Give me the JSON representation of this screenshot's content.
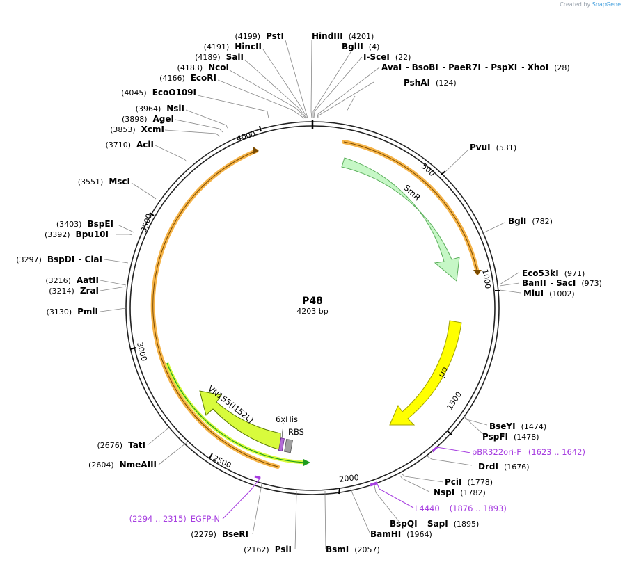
{
  "credit": {
    "prefix": "Created by",
    "brand": "SnapGene"
  },
  "plasmid": {
    "name": "P48",
    "size": "4203 bp"
  },
  "ticks": [
    "500",
    "1000",
    "1500",
    "2000",
    "2500",
    "3000",
    "3500",
    "4000"
  ],
  "features": {
    "smr": "SmR",
    "ori": "ori",
    "vn155": "VN155(I152L)",
    "his": "6xHis",
    "rbs": "RBS"
  },
  "sites": [
    {
      "name": "PstI",
      "pos": "(4199)"
    },
    {
      "name": "HincII",
      "pos": "(4191)"
    },
    {
      "name": "SalI",
      "pos": "(4189)"
    },
    {
      "name": "NcoI",
      "pos": "(4183)"
    },
    {
      "name": "EcoRI",
      "pos": "(4166)"
    },
    {
      "name": "EcoO109I",
      "pos": "(4045)"
    },
    {
      "name": "NsiI",
      "pos": "(3964)"
    },
    {
      "name": "AgeI",
      "pos": "(3898)"
    },
    {
      "name": "XcmI",
      "pos": "(3853)"
    },
    {
      "name": "AclI",
      "pos": "(3710)"
    },
    {
      "name": "MscI",
      "pos": "(3551)"
    },
    {
      "name": "BspEI",
      "pos": "(3403)"
    },
    {
      "name": "Bpu10I",
      "pos": "(3392)"
    },
    {
      "name": "BspDI",
      "name2": "ClaI",
      "pos": "(3297)"
    },
    {
      "name": "AatII",
      "pos": "(3216)"
    },
    {
      "name": "ZraI",
      "pos": "(3214)"
    },
    {
      "name": "PmlI",
      "pos": "(3130)"
    },
    {
      "name": "TatI",
      "pos": "(2676)"
    },
    {
      "name": "NmeAIII",
      "pos": "(2604)"
    },
    {
      "name": "BseRI",
      "pos": "(2279)"
    },
    {
      "name": "PsiI",
      "pos": "(2162)"
    },
    {
      "name": "BsmI",
      "pos": "(2057)"
    },
    {
      "name": "BamHI",
      "pos": "(1964)"
    },
    {
      "name": "BspQI",
      "name2": "SapI",
      "pos": "(1895)"
    },
    {
      "name": "NspI",
      "pos": "(1782)"
    },
    {
      "name": "PciI",
      "pos": "(1778)"
    },
    {
      "name": "DrdI",
      "pos": "(1676)"
    },
    {
      "name": "PspFI",
      "pos": "(1478)"
    },
    {
      "name": "BseYI",
      "pos": "(1474)"
    },
    {
      "name": "MluI",
      "pos": "(1002)"
    },
    {
      "name": "BanII",
      "name2": "SacI",
      "pos": "(973)"
    },
    {
      "name": "Eco53kI",
      "pos": "(971)"
    },
    {
      "name": "BglI",
      "pos": "(782)"
    },
    {
      "name": "PvuI",
      "pos": "(531)"
    },
    {
      "name": "PshAI",
      "pos": "(124)"
    },
    {
      "name": "AvaI",
      "name2": "BsoBI",
      "name3": "PaeR7I",
      "name4": "PspXI",
      "name5": "XhoI",
      "pos": "(28)"
    },
    {
      "name": "I-SceI",
      "pos": "(22)"
    },
    {
      "name": "BglII",
      "pos": "(4)"
    },
    {
      "name": "HindIII",
      "pos": "(4201)"
    }
  ],
  "primers": [
    {
      "name": "pBR322ori-F",
      "range": "(1623 .. 1642)"
    },
    {
      "name": "L4440",
      "range": "(1876 .. 1893)"
    },
    {
      "name": "EGFP-N",
      "range": "(2294 .. 2315)"
    }
  ],
  "colors": {
    "backbone": "#222222",
    "orange_feature": "#f5b347",
    "smr_fill": "#c6f7c6",
    "ori_fill": "#ffff00",
    "vn155_fill": "#d8fb3c",
    "green_line": "#1e9b1e",
    "primer": "#a63de0"
  }
}
